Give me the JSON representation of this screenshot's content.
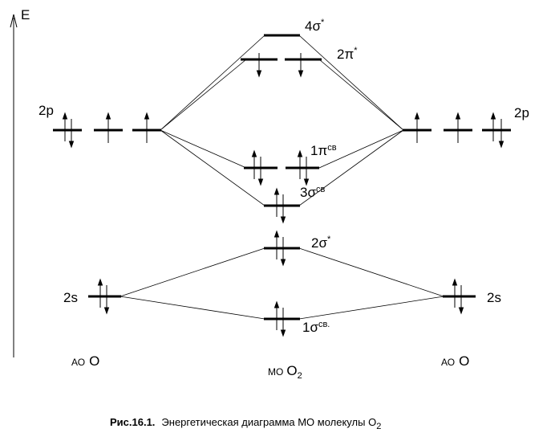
{
  "axis": {
    "label": "E"
  },
  "left_atom": {
    "p_label": "2p",
    "s_label": "2s",
    "ao_prefix": "АО",
    "element": "O"
  },
  "right_atom": {
    "p_label": "2p",
    "s_label": "2s",
    "ao_prefix": "АО",
    "element": "O"
  },
  "molecule": {
    "mo_prefix": "МО",
    "formula_base": "O",
    "formula_sub": "2"
  },
  "orbitals": {
    "sigma4_star": {
      "base": "4σ",
      "sup": "*"
    },
    "pi2_star": {
      "base": "2π",
      "sup": "*"
    },
    "pi1_bonding": {
      "base": "1π",
      "sup": "св"
    },
    "sigma3_bonding": {
      "base": "3σ",
      "sup": "св"
    },
    "sigma2_star": {
      "base": "2σ",
      "sup": "*"
    },
    "sigma1_bonding": {
      "base": "1σ",
      "sup": "св."
    }
  },
  "caption": {
    "number": "Рис.16.1.",
    "text_main": "Энергетическая диаграмма МО  молекулы  O",
    "text_sub": "2"
  }
}
